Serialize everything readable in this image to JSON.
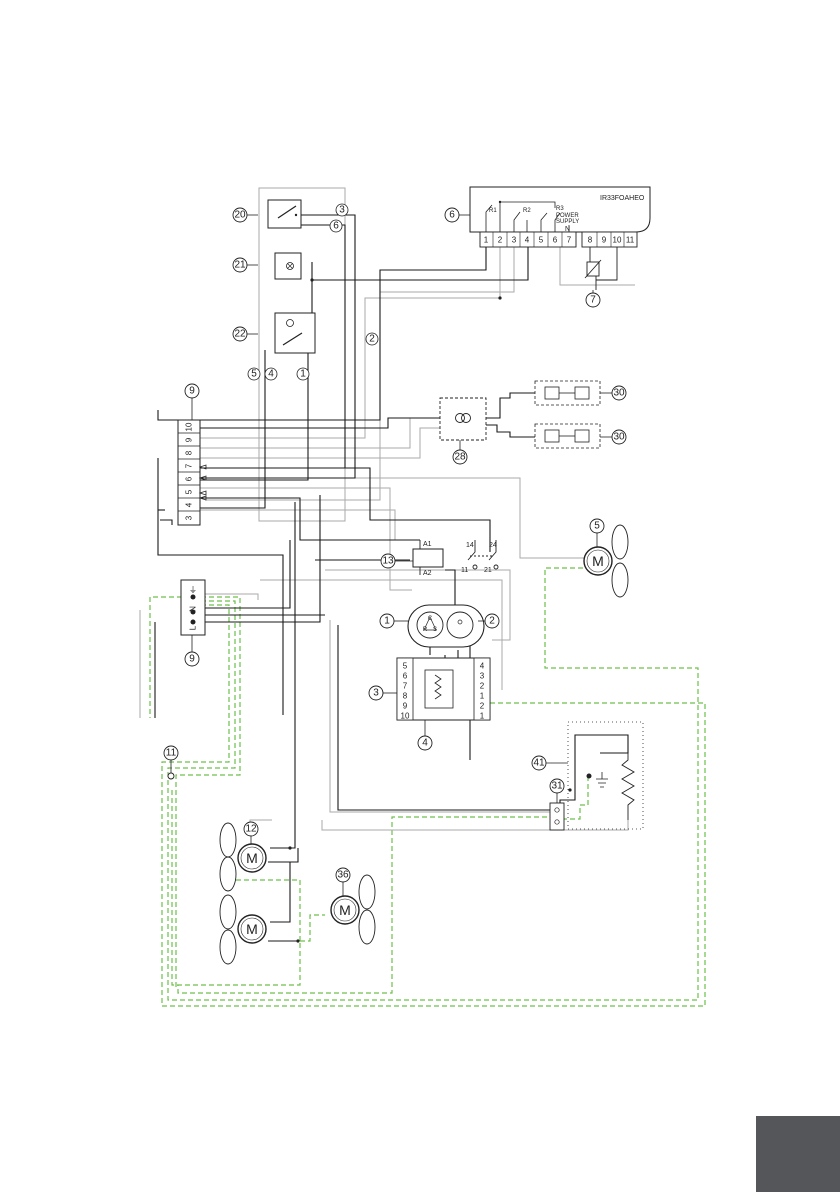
{
  "controller": {
    "model": "IR33FOAHEO",
    "power_supply": "POWER\nSUPPLY",
    "neutral": "N",
    "relay_labels": [
      "R1",
      "R2",
      "R3"
    ],
    "terminals": [
      "1",
      "2",
      "3",
      "4",
      "5",
      "6",
      "7",
      "8",
      "9",
      "10",
      "11"
    ]
  },
  "callouts": {
    "c1": "1",
    "c2": "2",
    "c3": "3",
    "c4": "4",
    "c5": "5",
    "c6": "6",
    "c7": "7",
    "c9a": "9",
    "c9b": "9",
    "c11": "11",
    "c12": "12",
    "c13": "13",
    "c20": "20",
    "c21": "21",
    "c22": "22",
    "c28": "28",
    "c30a": "30",
    "c30b": "30",
    "c31": "31",
    "c36": "36",
    "c41": "41"
  },
  "wire_numbers": {
    "w3": "3",
    "w6": "6",
    "w2": "2",
    "w5": "5",
    "w4": "4",
    "w1": "1"
  },
  "terminal_block": [
    "10",
    "9",
    "8",
    "7",
    "6",
    "5",
    "4",
    "3"
  ],
  "power_block": [
    "⏚",
    "N",
    "L"
  ],
  "contactor": {
    "coil_top": "A1",
    "coil_bottom": "A2",
    "c14": "14",
    "c24": "24",
    "c11": "11",
    "c21": "21"
  },
  "compressor_terminals": [
    "C",
    "R",
    "S"
  ],
  "relay_left_col": [
    "5",
    "6",
    "7",
    "8",
    "9",
    "10"
  ],
  "relay_right_col": [
    "4",
    "3",
    "2",
    "1",
    "2",
    "1"
  ],
  "motor_label": "M",
  "colors": {
    "wire": "#1a1a1a",
    "wire_grey": "#aaaaaa",
    "earth": "#6cc14b",
    "tab": "#55565a"
  }
}
